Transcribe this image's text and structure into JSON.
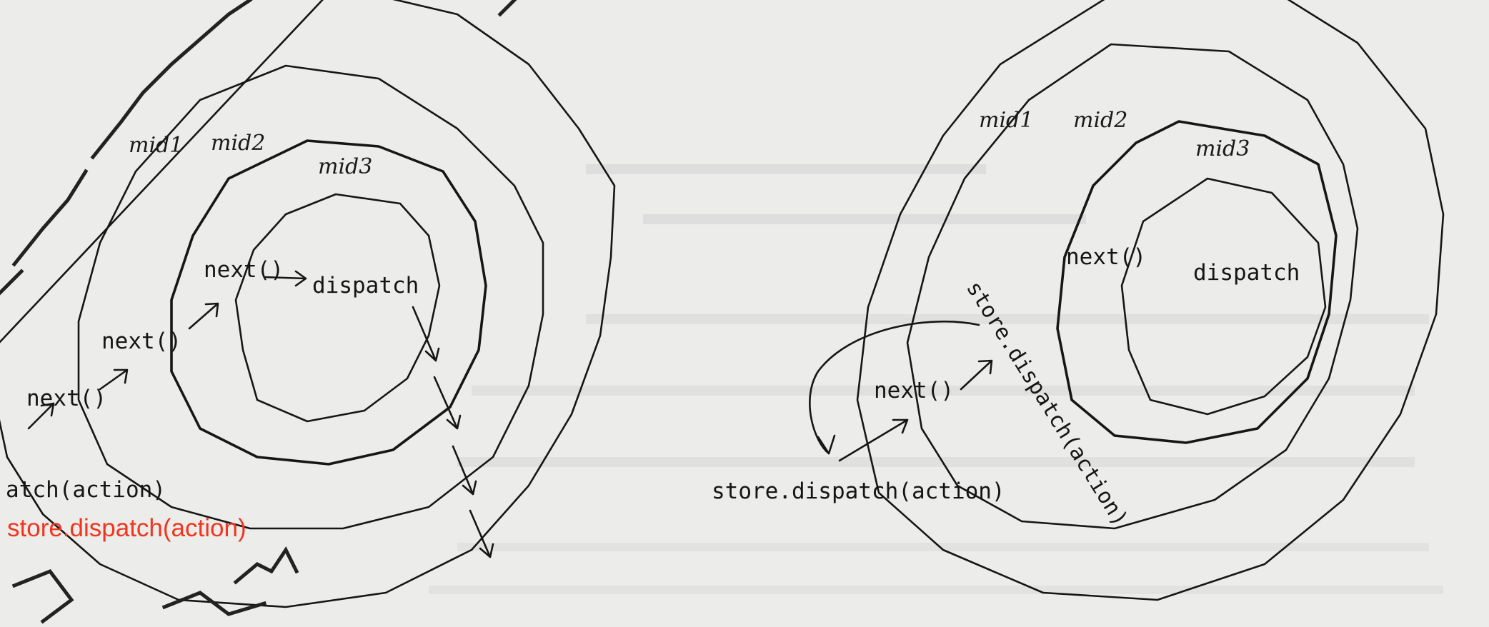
{
  "left_diagram": {
    "layer_labels": [
      "mid1",
      "mid2",
      "mid3"
    ],
    "core_label": "dispatch",
    "next_labels": [
      "next()",
      "next()",
      "next()"
    ],
    "entry_label": "atch(action)",
    "annotation": "store.dispatch(action)"
  },
  "right_diagram": {
    "layer_labels": [
      "mid1",
      "mid2",
      "mid3"
    ],
    "core_label": "dispatch",
    "inner_next_label": "next()",
    "outer_next_label": "next()",
    "loop_label": "store.dispatch(action)",
    "entry_label": "store.dispatch(action)"
  },
  "colors": {
    "paper": "#ececea",
    "ink": "#161616",
    "annotation_red": "#f0361f"
  }
}
